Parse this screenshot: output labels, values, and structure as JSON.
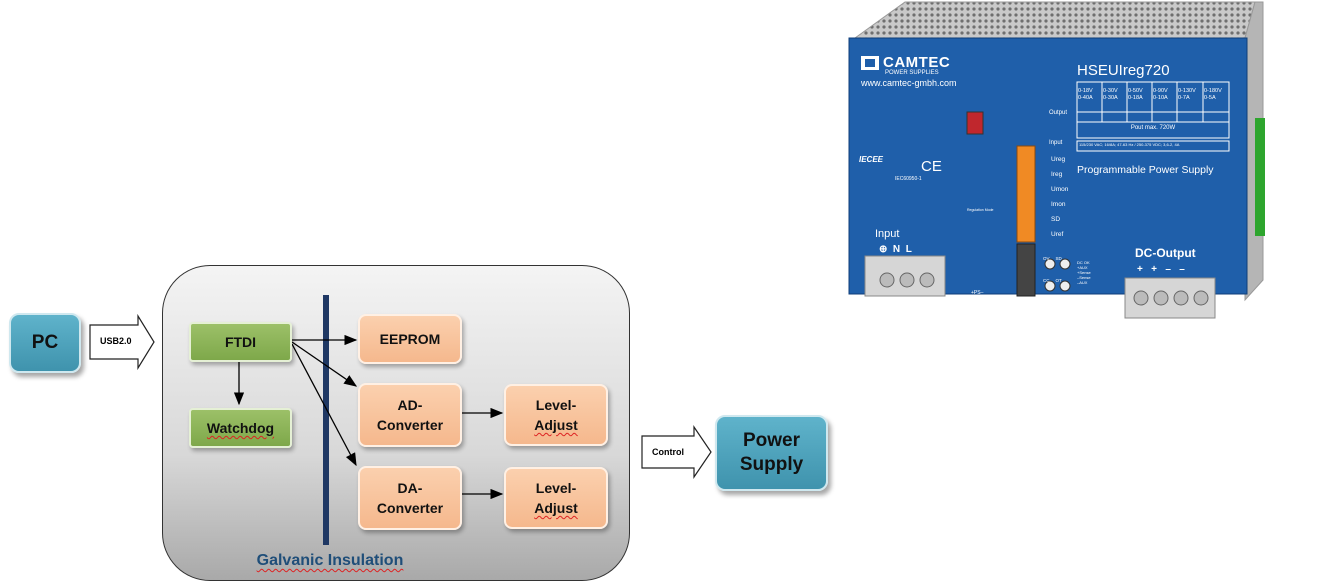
{
  "diagram": {
    "nodes": {
      "pc": "PC",
      "ftdi": "FTDI",
      "watchdog": "Watchdog",
      "eeprom": "EEPROM",
      "ad_converter": [
        "AD-",
        "Converter"
      ],
      "da_converter": [
        "DA-",
        "Converter"
      ],
      "level_adjust_1": [
        "Level-",
        "Adjust"
      ],
      "level_adjust_2": [
        "Level-",
        "Adjust"
      ],
      "power_supply": [
        "Power",
        "Supply"
      ]
    },
    "links": {
      "usb": "USB2.0",
      "control": "Control"
    },
    "group_label": "Galvanic Insulation"
  },
  "product": {
    "brand": "CAMTEC",
    "brand_sub": "POWER SUPPLIES",
    "website": "www.camtec-gmbh.com",
    "model": "HSEUIreg720",
    "ratings": [
      [
        "0-18V",
        "0-40A"
      ],
      [
        "0-30V",
        "0-30A"
      ],
      [
        "0-50V",
        "0-18A"
      ],
      [
        "0-90V",
        "0-10A"
      ],
      [
        "0-130V",
        "0-7A"
      ],
      [
        "0-180V",
        "0-5A"
      ]
    ],
    "pout": "Pout max. 720W",
    "input_spec": "115/230 VAC; 16/8A; 47-63 Hz / 250-375 VDC; 3,6-2, 4A",
    "subtitle": "Programmable Power Supply",
    "output_label": "Output",
    "input_label_small": "Input",
    "signals": [
      "Ureg",
      "Ireg",
      "Umon",
      "Imon",
      "SD",
      "Uref"
    ],
    "input_terminal_label": "Input",
    "input_terminal_pins": "⊕  N  L",
    "dc_output_label": "DC-Output",
    "dc_output_pins": "+   +   –   –",
    "regulation_mode": "Regulation Mode",
    "ps_label": "+PS–",
    "cert": "IEC60950-1",
    "iecee": "IECEE",
    "ce": "CE",
    "led_labels": [
      "OV",
      "SD",
      "CC",
      "OT"
    ],
    "aux_labels": [
      "DC OK",
      "+AUX",
      "+Sense",
      "–Sense",
      "–AUX"
    ]
  },
  "colors": {
    "pc_blue": "#4fa3bd",
    "ftdi_green": "#8db35a",
    "converter_orange": "#f8c39c",
    "insulation_bar": "#1f3864",
    "product_blue": "#1f5faa",
    "connector_green": "#3dbb3d"
  }
}
